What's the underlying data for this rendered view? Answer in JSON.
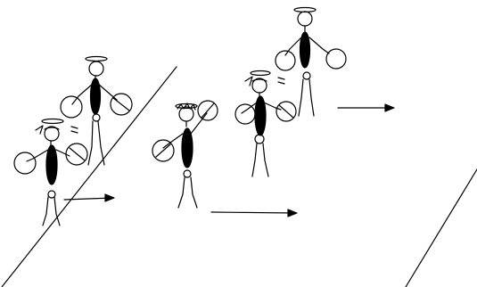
{
  "figures": [
    {
      "id": "left-back-player",
      "hair": "halo",
      "marker": false
    },
    {
      "id": "left-front-player",
      "hair": "bandana",
      "marker": true
    },
    {
      "id": "center-player",
      "hair": "messy",
      "marker": false
    },
    {
      "id": "right-back-player",
      "hair": "halo",
      "marker": false
    },
    {
      "id": "right-front-player",
      "hair": "bandana",
      "marker": true
    }
  ],
  "arrows": [
    {
      "id": "arrow-left",
      "direction": "right"
    },
    {
      "id": "arrow-center",
      "direction": "right"
    },
    {
      "id": "arrow-right",
      "direction": "right"
    }
  ],
  "boundaries": [
    "left-court-line",
    "right-court-line"
  ],
  "colors": {
    "ink": "#000000",
    "background": "#ffffff"
  }
}
